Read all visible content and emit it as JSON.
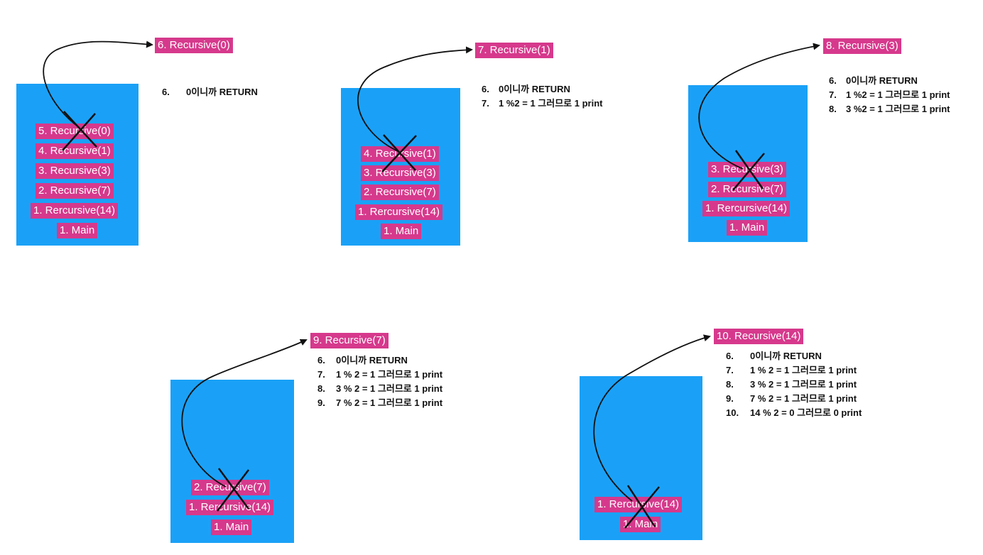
{
  "colors": {
    "stack_bg": "#1aa1f7",
    "frame_bg": "#d6398c",
    "frame_text": "#ffffff",
    "ink": "#111111"
  },
  "panels": [
    {
      "call_label": "6. Recursive(0)",
      "frames": [
        "5. Recursive(0)",
        "4. Recursive(1)",
        "3. Recursive(3)",
        "2. Recursive(7)",
        "1. Rercursive(14)",
        "1. Main"
      ],
      "crossed_frame": "5. Recursive(0)",
      "notes": [
        {
          "num": "6.",
          "text": "0이니까 RETURN"
        }
      ]
    },
    {
      "call_label": "7. Recursive(1)",
      "frames": [
        "4. Recursive(1)",
        "3. Recursive(3)",
        "2. Recursive(7)",
        "1. Rercursive(14)",
        "1. Main"
      ],
      "crossed_frame": "4. Recursive(1)",
      "notes": [
        {
          "num": "6.",
          "text": "0이니까 RETURN"
        },
        {
          "num": "7.",
          "text": "1 %2 = 1  그러므로 1 print"
        }
      ]
    },
    {
      "call_label": "8. Recursive(3)",
      "frames": [
        "3. Recursive(3)",
        "2. Recursive(7)",
        "1. Rercursive(14)",
        "1. Main"
      ],
      "crossed_frame": "3. Recursive(3)",
      "notes": [
        {
          "num": "6.",
          "text": "0이니까 RETURN"
        },
        {
          "num": "7.",
          "text": "1 %2 = 1  그러므로 1 print"
        },
        {
          "num": "8.",
          "text": "3 %2 = 1  그러므로 1 print"
        }
      ]
    },
    {
      "call_label": "9. Recursive(7)",
      "frames": [
        "2. Recursive(7)",
        "1. Rercursive(14)",
        "1. Main"
      ],
      "crossed_frame": "2. Recursive(7)",
      "notes": [
        {
          "num": "6.",
          "text": "0이니까 RETURN"
        },
        {
          "num": "7.",
          "text": "1 % 2 = 1  그러므로 1 print"
        },
        {
          "num": "8.",
          "text": "3 % 2 = 1  그러므로 1 print"
        },
        {
          "num": "9.",
          "text": "7 % 2 = 1  그러므로 1 print"
        }
      ]
    },
    {
      "call_label": "10. Recursive(14)",
      "frames": [
        "1. Rercursive(14)",
        "1. Main"
      ],
      "crossed_frame": "1. Rercursive(14)",
      "notes": [
        {
          "num": "6.",
          "text": "0이니까 RETURN"
        },
        {
          "num": "7.",
          "text": "1 % 2 = 1  그러므로 1 print"
        },
        {
          "num": "8.",
          "text": "3 % 2 = 1  그러므로 1 print"
        },
        {
          "num": "9.",
          "text": "7 % 2 = 1  그러므로 1 print"
        },
        {
          "num": "10.",
          "text": "14 % 2 = 0  그러므로 0 print"
        }
      ]
    }
  ]
}
